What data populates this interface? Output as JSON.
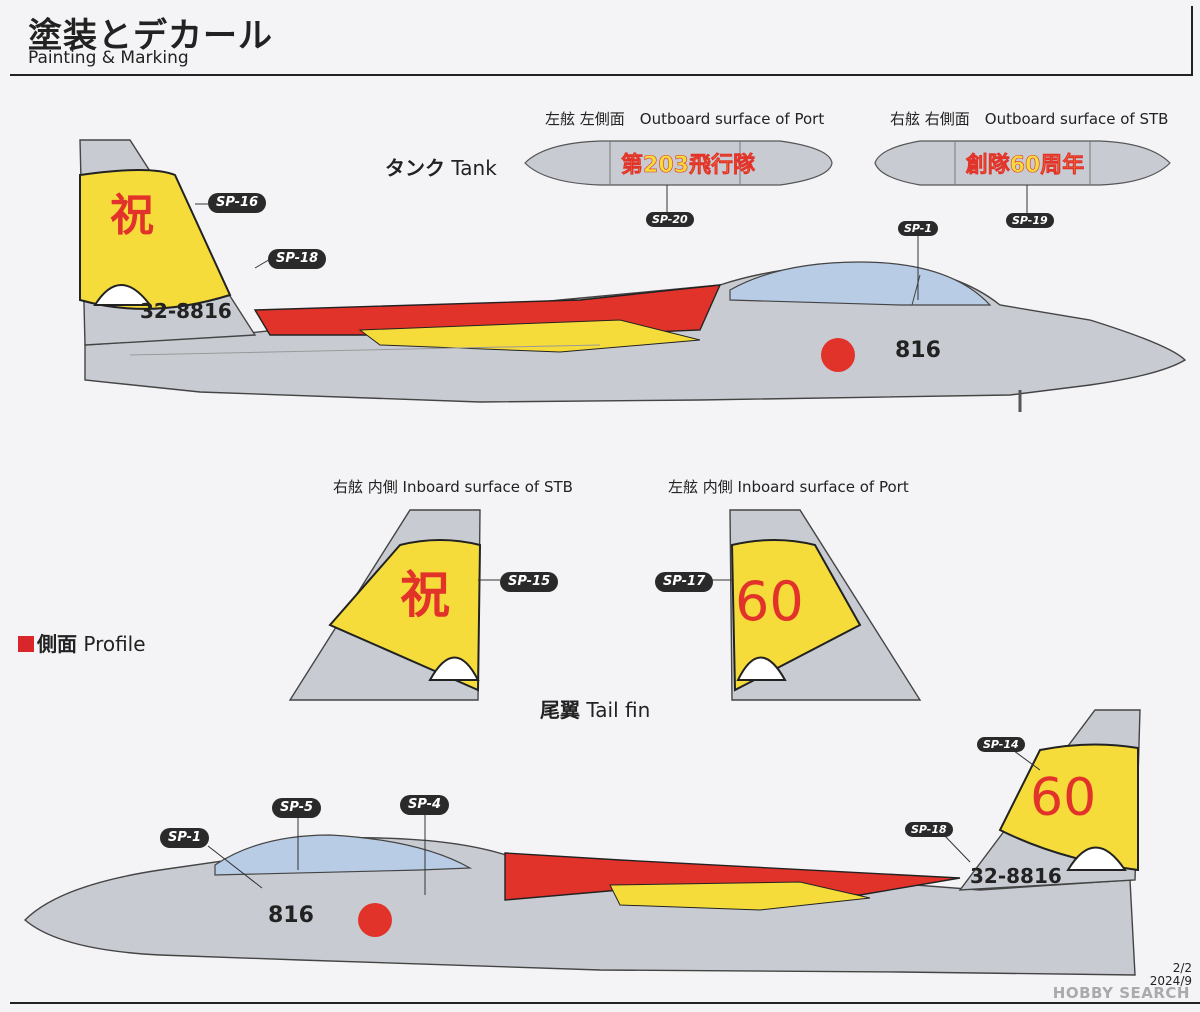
{
  "header": {
    "title_jp": "塗装とデカール",
    "title_en": "Painting & Marking"
  },
  "tank": {
    "title_jp": "タンク",
    "title_en": "Tank",
    "port_label": "左舷 左側面　Outboard surface of Port",
    "stb_label": "右舷 右側面　Outboard surface of STB",
    "port_text": "第203飛行隊",
    "stb_text": "創隊60周年",
    "port_callout": "SP-20",
    "stb_callout": "SP-19"
  },
  "profile_top": {
    "tail_kanji": "祝",
    "serial": "32-8816",
    "nose_number": "816",
    "callouts": [
      "SP-16",
      "SP-18",
      "SP-1"
    ]
  },
  "tailfin": {
    "title_jp": "尾翼",
    "title_en": "Tail fin",
    "stb_label": "右舷 内側 Inboard surface of STB",
    "port_label": "左舷 内側 Inboard surface of Port",
    "stb_kanji": "祝",
    "port_number": "60",
    "stb_callout": "SP-15",
    "port_callout": "SP-17"
  },
  "profile_section": {
    "title_jp": "側面",
    "title_en": "Profile"
  },
  "profile_bottom": {
    "tail_number": "60",
    "serial": "32-8816",
    "nose_number": "816",
    "callouts": [
      "SP-1",
      "SP-5",
      "SP-4",
      "SP-14",
      "SP-18"
    ]
  },
  "footer": {
    "page": "2/2",
    "date": "2024/9",
    "watermark": "HOBBY SEARCH"
  },
  "colors": {
    "yellow": "#f6dc3a",
    "red": "#e2332b",
    "gray": "#c8ccd2",
    "dark": "#2a2a2a",
    "canopy": "#b9cce6"
  }
}
